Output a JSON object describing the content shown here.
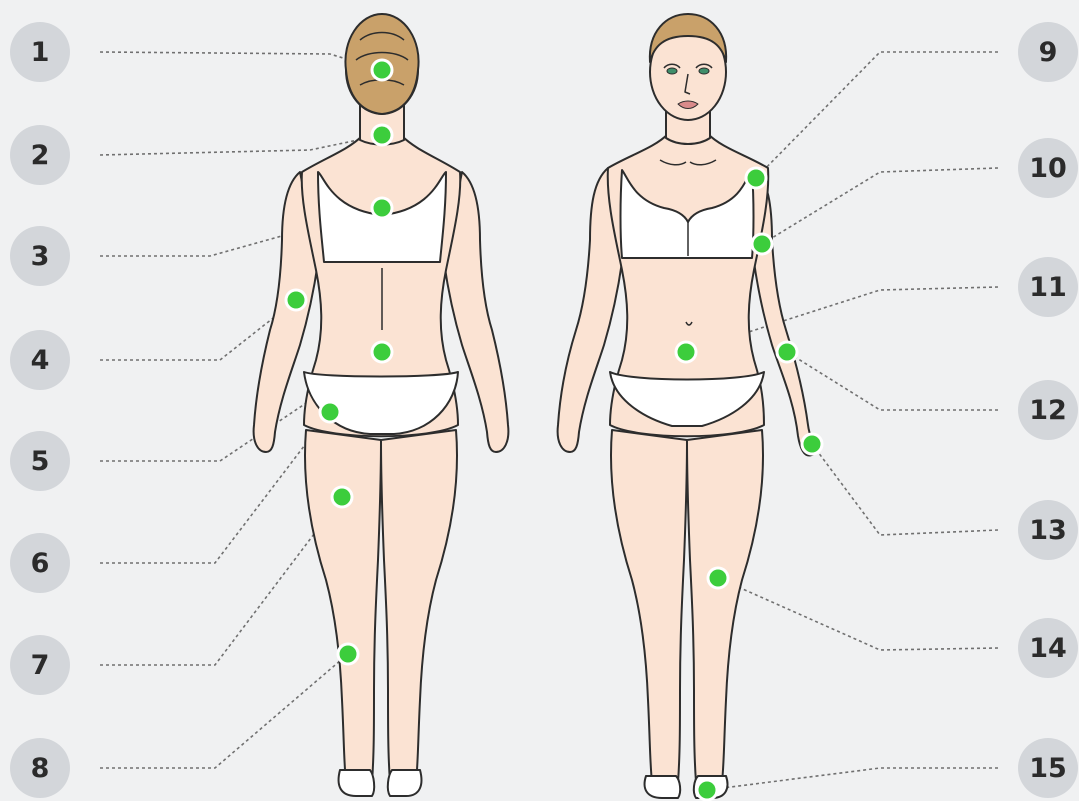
{
  "colors": {
    "background": "#f0f1f2",
    "badge": "#d3d6da",
    "badge_text": "#2b2b2b",
    "skin": "#fbe3d3",
    "outline": "#2d2d2d",
    "hair": "#c9a16a",
    "underwear": "#ffffff",
    "marker": "#3ccd3c",
    "marker_ring": "#ffffff",
    "leader_line": "#707070"
  },
  "figures": {
    "back": {
      "icon": "female-body-back-view"
    },
    "front": {
      "icon": "female-body-front-view"
    }
  },
  "points": [
    {
      "label": "1"
    },
    {
      "label": "2"
    },
    {
      "label": "3"
    },
    {
      "label": "4"
    },
    {
      "label": "5"
    },
    {
      "label": "6"
    },
    {
      "label": "7"
    },
    {
      "label": "8"
    },
    {
      "label": "9"
    },
    {
      "label": "10"
    },
    {
      "label": "11"
    },
    {
      "label": "12"
    },
    {
      "label": "13"
    },
    {
      "label": "14"
    },
    {
      "label": "15"
    }
  ]
}
